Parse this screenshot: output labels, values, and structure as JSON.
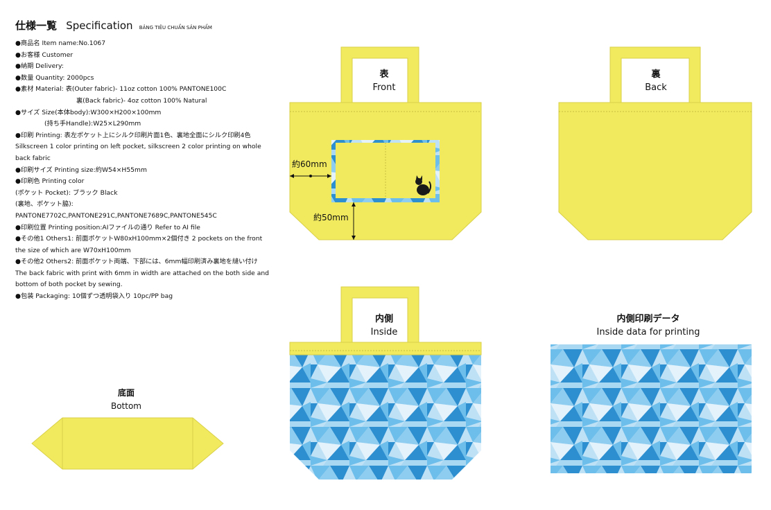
{
  "header": {
    "title_ja": "仕様一覧",
    "title_en": "Specification",
    "title_vn": "BẢNG TIÊU CHUẨN SẢN PHẨM"
  },
  "spec_lines": [
    "●商品名 Item name:No.1067",
    "●お客様 Customer",
    "●納期 Delivery:",
    "●数量 Quantity:  2000pcs",
    "●素材 Material: 表(Outer fabric)- 11oz cotton 100% PANTONE100C",
    "裏(Back fabric)- 4oz cotton 100% Natural",
    "●サイズ Size(本体body):W300×H200×100mm",
    "(持ち手Handle):W25×L290mm",
    "●印刷 Printing: 表左ポケット上にシルク印刷片面1色、裏地全面にシルク印刷4色",
    " Silkscreen 1 color printing on left pocket, silkscreen 2 color printing on whole",
    "back fabric",
    "●印刷サイズ Printing size:約W54×H55mm",
    "●印刷色 Printing color",
    "(ポケット Pocket):    ブラック Black",
    "(裏地、ポケット脇):",
    "PANTONE7702C,PANTONE291C,PANTONE7689C,PANTONE545C",
    "●印刷位置 Printing position:AIファイルの通り Refer to AI file",
    "●その他1 Others1: 前面ポケットW80xH100mm×2個付き 2 pockets on the front",
    "the size of which are W70xH100mm",
    "●その他2 Others2: 前面ポケット両端、下部には、6mm幅印刷済み裏地を縫い付け",
    "The back fabric with print with 6mm in width are attached on the both side and",
    "bottom of both pocket by sewing.",
    "●包装 Packaging: 10個ずつ透明袋入り 10pc/PP bag"
  ],
  "views": {
    "front": {
      "ja": "表",
      "en": "Front"
    },
    "back": {
      "ja": "裏",
      "en": "Back"
    },
    "inside": {
      "ja": "内側",
      "en": "Inside"
    },
    "inside_data": {
      "ja": "内側印刷データ",
      "en": "Inside data for printing"
    },
    "bottom": {
      "ja": "底面",
      "en": "Bottom"
    }
  },
  "dimensions": {
    "side_offset": "約60mm",
    "bottom_offset": "約50mm"
  },
  "colors": {
    "bag_yellow": "#F1EA5E",
    "bag_stroke": "#D9D04A",
    "pattern_light": "#BFE1F6",
    "pattern_mid": "#6DBEEB",
    "pattern_dark": "#2E8FD0",
    "print_black": "#1A1A1A"
  },
  "icons": {
    "pocket_print": "cat-silhouette-icon"
  }
}
